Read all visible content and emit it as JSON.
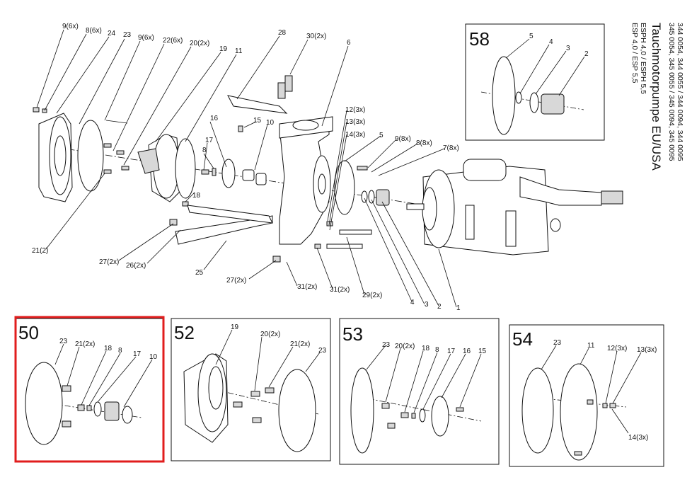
{
  "title_block": {
    "title": "Tauchmotorpumpe EU/USA",
    "line1": "344 0054, 344 0055 / 344 0094, 344 0095",
    "line2": "345 0054, 345 0055 / 345 0094, 345 0095",
    "line3": "ESPH 4,0 / ESPH 5,5",
    "line4": "ESP 4,0  /  ESP 5,5"
  },
  "main_labels": {
    "l_9_6x": "9(6x)",
    "l_8_6x": "8(6x)",
    "l_24": "24",
    "l_23": "23",
    "l_9_6x_b": "9(6x)",
    "l_22_6x": "22(6x)",
    "l_20_2x": "20(2x)",
    "l_19": "19",
    "l_11": "11",
    "l_28": "28",
    "l_30_2x": "30(2x)",
    "l_6": "6",
    "l_12_3x": "12(3x)",
    "l_13_3x": "13(3x)",
    "l_14_3x": "14(3x)",
    "l_5": "5",
    "l_9_8x": "9(8x)",
    "l_8_8x": "8(8x)",
    "l_7_8x": "7(8x)",
    "l_16": "16",
    "l_15": "15",
    "l_10": "10",
    "l_17": "17",
    "l_8": "8",
    "l_18": "18",
    "l_21_2": "21(2)",
    "l_27_2x": "27(2x)",
    "l_26_2x": "26(2x)",
    "l_25": "25",
    "l_27_2x_b": "27(2x)",
    "l_31_2x": "31(2x)",
    "l_31_2x_b": "31(2x)",
    "l_29_2x": "29(2x)",
    "l_4": "4",
    "l_3": "3",
    "l_2": "2",
    "l_1": "1"
  },
  "panels": {
    "p58": {
      "number": "58",
      "labels": [
        "5",
        "4",
        "3",
        "2"
      ]
    },
    "p50": {
      "number": "50",
      "labels": [
        "23",
        "21(2x)",
        "18",
        "8",
        "17",
        "10"
      ]
    },
    "p52": {
      "number": "52",
      "labels": [
        "19",
        "20(2x)",
        "21(2x)",
        "23"
      ]
    },
    "p53": {
      "number": "53",
      "labels": [
        "23",
        "20(2x)",
        "18",
        "8",
        "17",
        "16",
        "15"
      ]
    },
    "p54": {
      "number": "54",
      "labels": [
        "23",
        "11",
        "12(3x)",
        "13(3x)",
        "14(3x)"
      ]
    }
  },
  "highlight": {
    "panel": "50",
    "color": "#e11d1d"
  }
}
